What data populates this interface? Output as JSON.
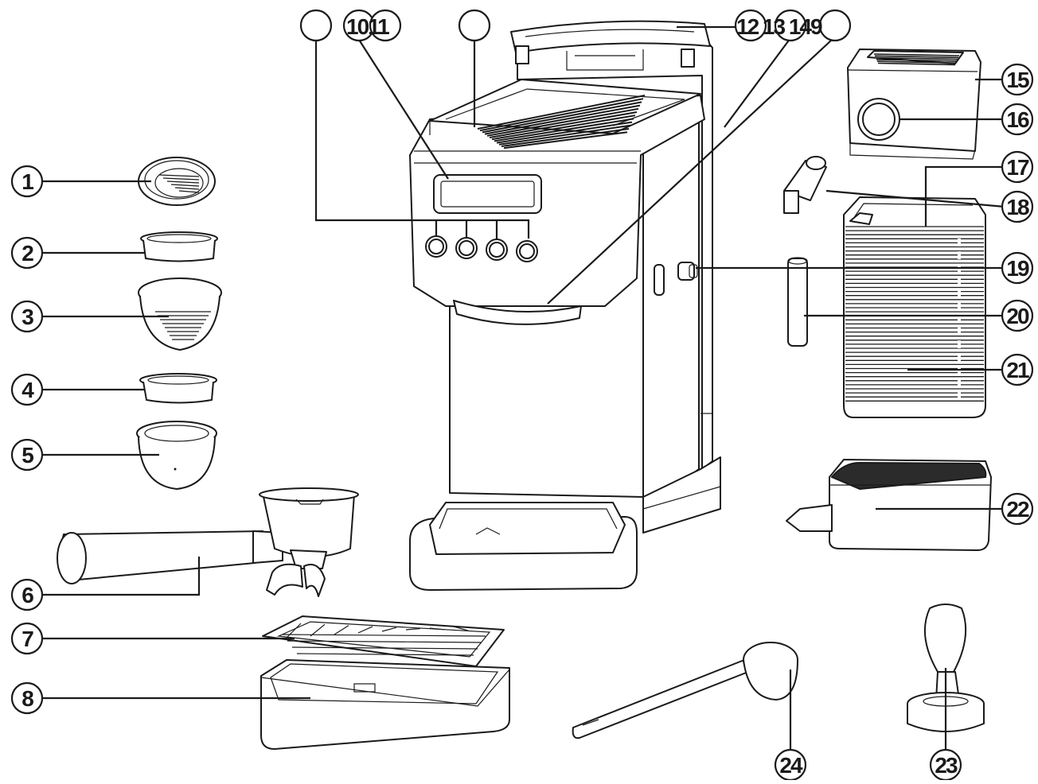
{
  "diagram": {
    "callouts": [
      {
        "id": "1",
        "label": "1"
      },
      {
        "id": "2",
        "label": "2"
      },
      {
        "id": "3",
        "label": "3"
      },
      {
        "id": "4",
        "label": "4"
      },
      {
        "id": "5",
        "label": "5"
      },
      {
        "id": "6",
        "label": "6"
      },
      {
        "id": "7",
        "label": "7"
      },
      {
        "id": "8",
        "label": "8"
      },
      {
        "id": "9",
        "label": ""
      },
      {
        "id": "10",
        "label": ""
      },
      {
        "id": "11",
        "label": ""
      },
      {
        "id": "12",
        "label": ""
      },
      {
        "id": "15",
        "label": "15"
      },
      {
        "id": "16",
        "label": "16"
      },
      {
        "id": "17",
        "label": "17"
      },
      {
        "id": "18",
        "label": "18"
      },
      {
        "id": "19",
        "label": "19"
      },
      {
        "id": "20",
        "label": "20"
      },
      {
        "id": "21",
        "label": "21"
      },
      {
        "id": "22",
        "label": "22"
      },
      {
        "id": "23",
        "label": "23"
      },
      {
        "id": "24",
        "label": "24"
      }
    ],
    "top_labels": {
      "left": "1011",
      "right": "12 13 149"
    }
  }
}
